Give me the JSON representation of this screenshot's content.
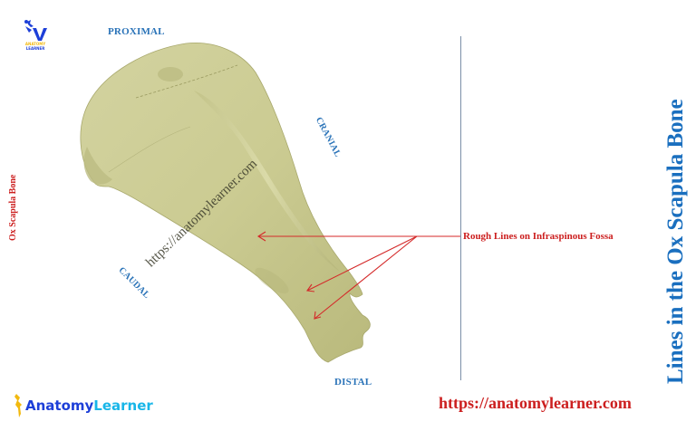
{
  "diagram": {
    "title": "Lines in the Ox Scapula Bone",
    "side_label": "Ox Scapula Bone",
    "directions": {
      "proximal": "PROXIMAL",
      "distal": "DISTAL",
      "cranial": "CRANIAL",
      "caudal": "CAUDAL"
    },
    "annotation": {
      "label": "Rough Lines on Infraspinous Fossa",
      "arrow_color": "#d42a2a",
      "arrow_count": 3
    },
    "watermark": "https://anatomylearner.com",
    "bone_color": "#cfcf98"
  },
  "branding": {
    "logo_small_line1": "ANATOMY",
    "logo_small_line2": "LEARNER",
    "logo_large_part1": "Anatomy",
    "logo_large_part2": "Learner",
    "footer_url": "https://anatomylearner.com"
  },
  "colors": {
    "direction_label": "#2a73b8",
    "title": "#1a6fbf",
    "accent_red": "#cc1f1f",
    "divider": "#7a8ea8"
  }
}
